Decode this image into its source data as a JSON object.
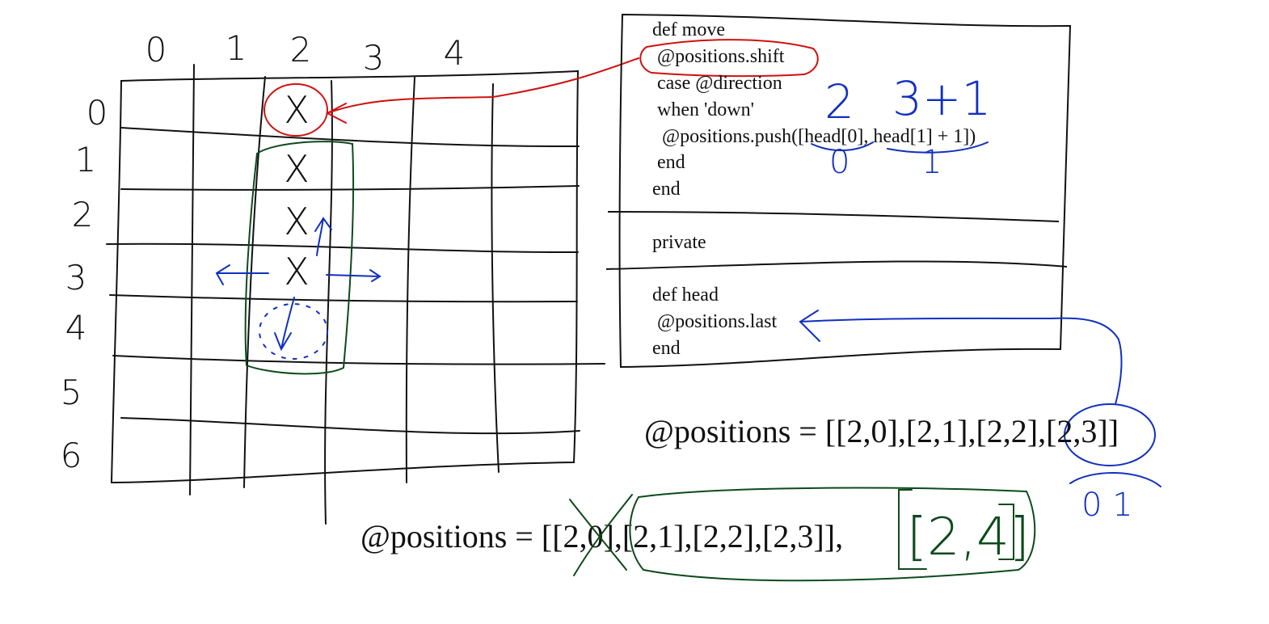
{
  "colors": {
    "ink": "#111111",
    "red": "#d01010",
    "blue": "#1030c0",
    "green": "#0c4a1c"
  },
  "grid": {
    "column_labels": [
      "0",
      "1",
      "2",
      "3",
      "4"
    ],
    "row_labels": [
      "0",
      "1",
      "2",
      "3",
      "4",
      "5",
      "6"
    ],
    "cell_marks": [
      "X",
      "X",
      "X",
      "X"
    ]
  },
  "code": {
    "lines": [
      "def move",
      " @positions.shift",
      " case @direction",
      " when 'down'",
      "  @positions.push([head[0], head[1] + 1])",
      " end",
      "end",
      "private",
      "def head",
      " @positions.last",
      "end"
    ]
  },
  "annotations": {
    "above_push": [
      "2",
      "3+1"
    ],
    "below_push": [
      "0",
      "1"
    ],
    "below_last_pair": "0 1"
  },
  "positions_line_1": "@positions = [[2,0],[2,1],[2,2],[2,3]]",
  "positions_line_2": "@positions = [[2,0],[2,1],[2,2],[2,3]],",
  "new_pair": "[2,4]"
}
